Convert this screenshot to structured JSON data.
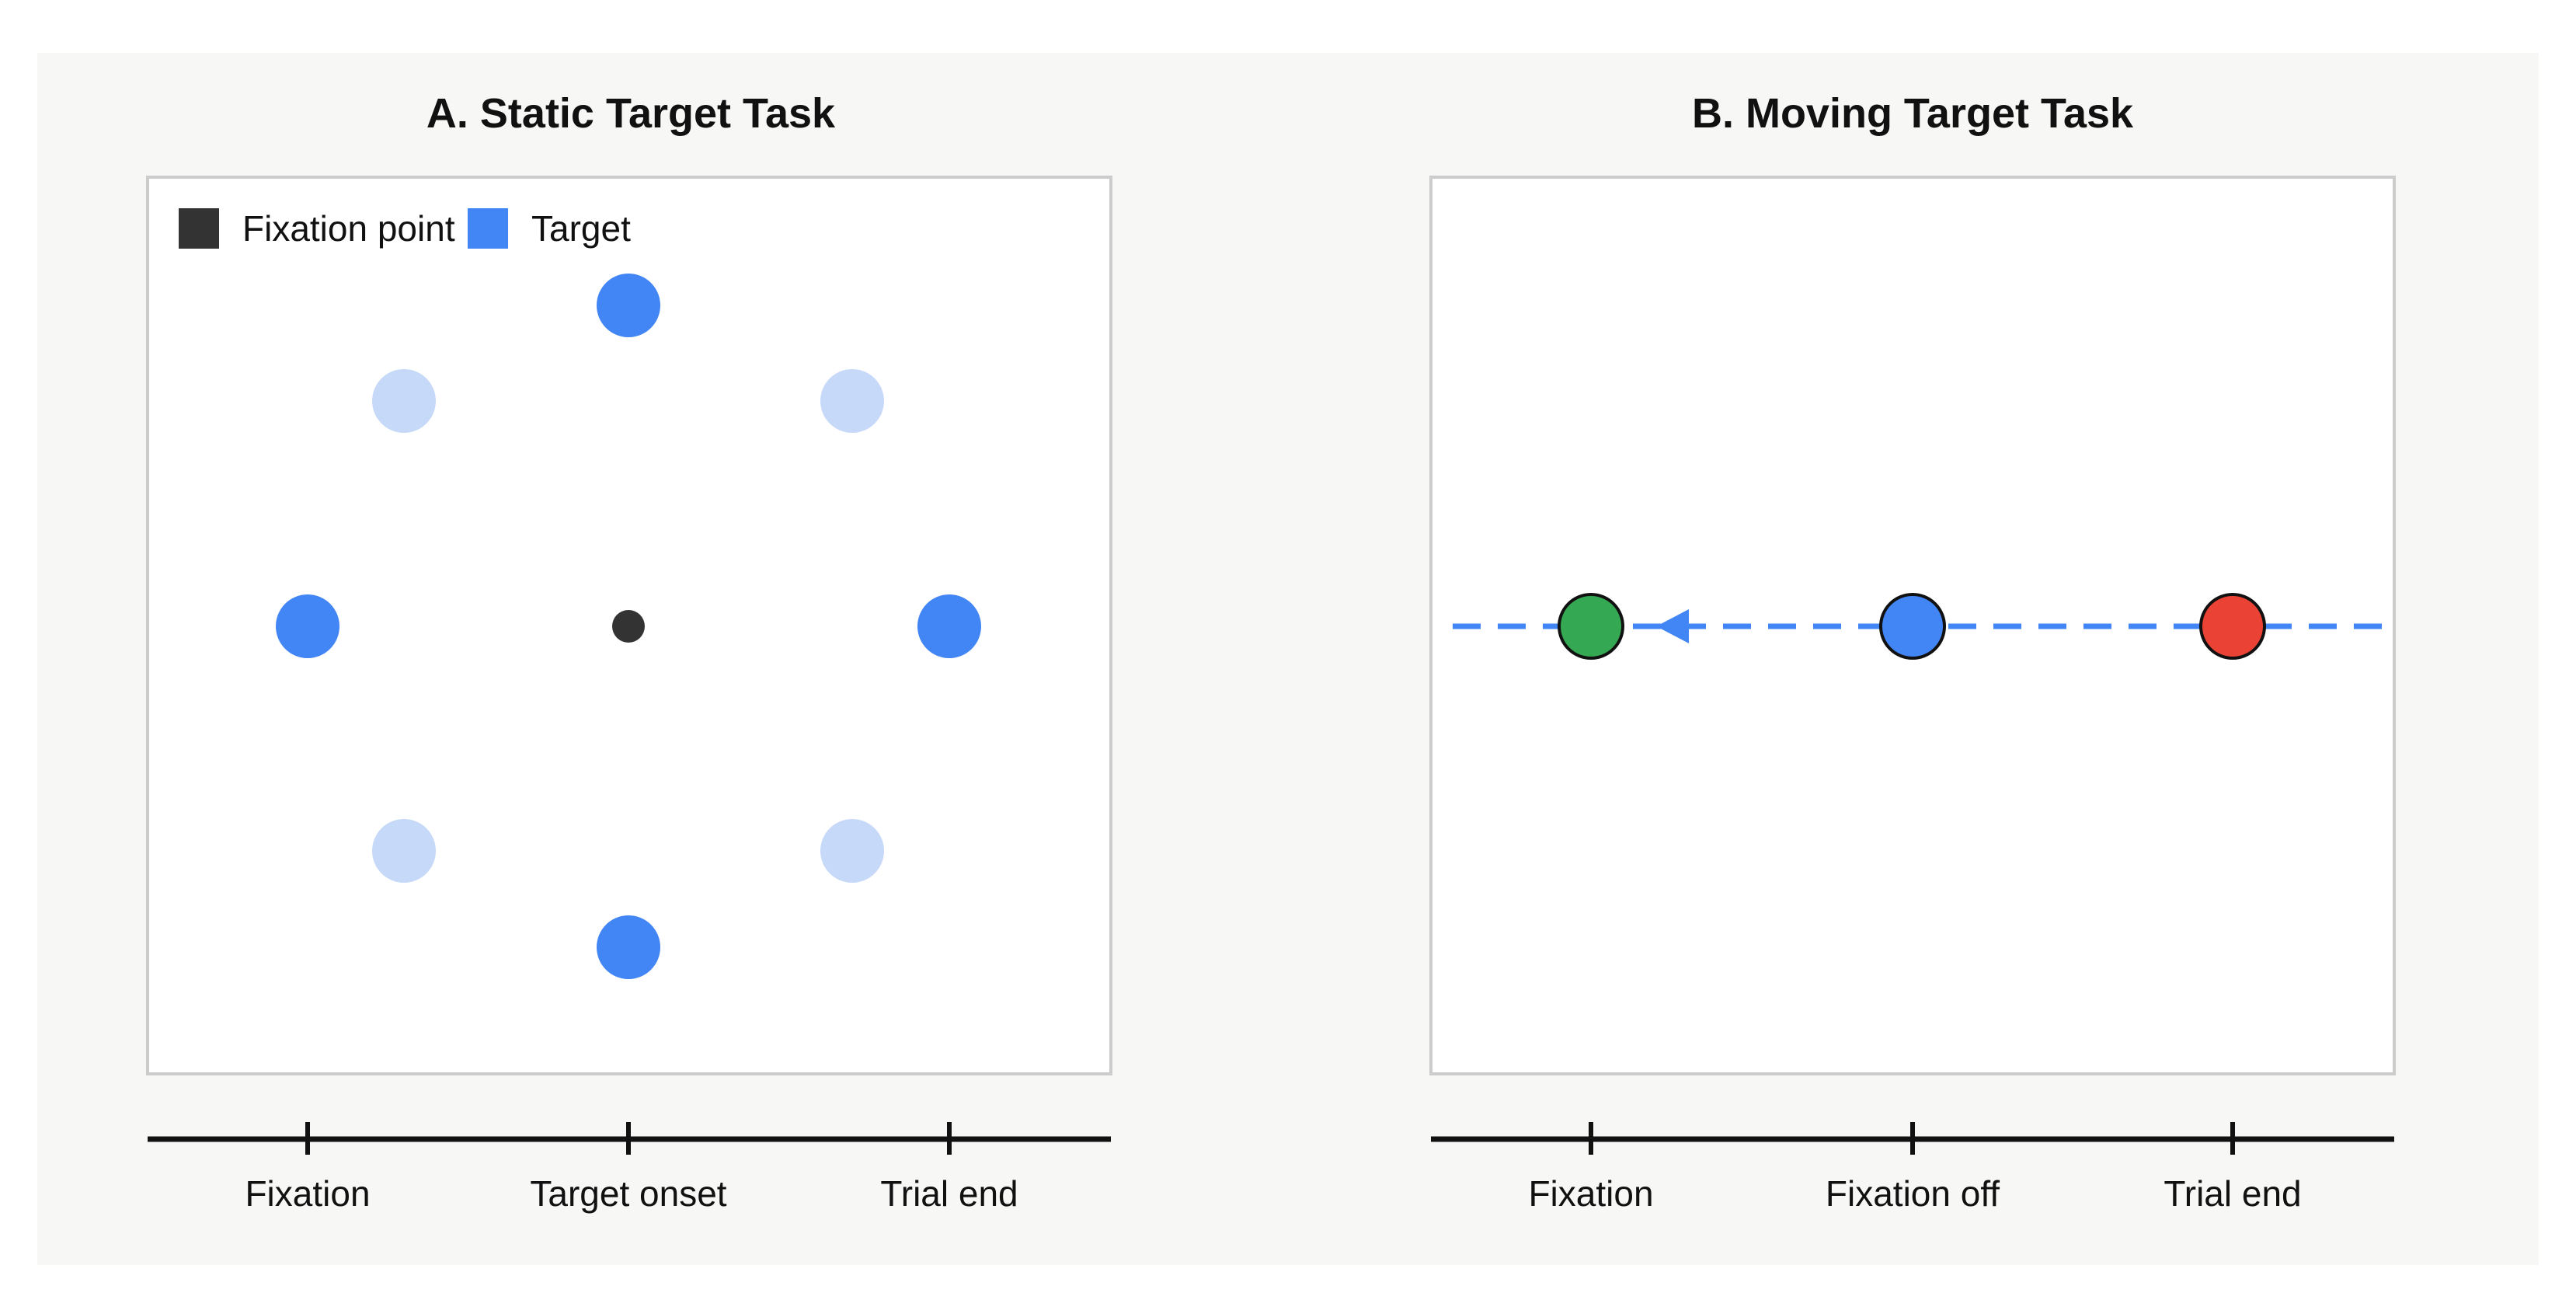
{
  "panels": {
    "static": {
      "title": "A. Static Target Task",
      "legend": {
        "fixation_label": "Fixation point",
        "target_label": "Target"
      },
      "timeline": [
        "Fixation",
        "Target onset",
        "Trial end"
      ]
    },
    "moving": {
      "title": "B. Moving Target Task",
      "timeline": [
        "Fixation",
        "Fixation off",
        "Trial end"
      ]
    }
  },
  "colors": {
    "background": "#f7f7f5",
    "panel_border": "#cccccc",
    "fixation": "#333333",
    "target": "#4285f4",
    "target_faded": "#c6d9f9",
    "start_marker": "#ea4335",
    "end_marker": "#34a853",
    "timeline": "#111111"
  }
}
